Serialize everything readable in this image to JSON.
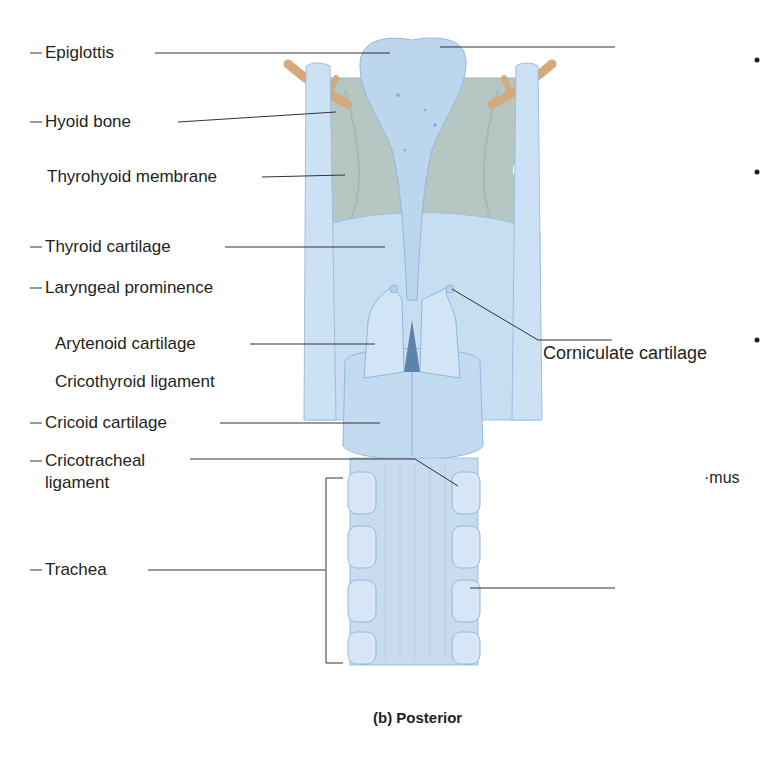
{
  "diagram": {
    "caption": "(b) Posterior",
    "labels": [
      "Epiglottis",
      "Hyoid bone",
      "Thyrohyoid membrane",
      "Thyroid cartilage",
      "Laryngeal prominence",
      "Arytenoid cartilage",
      "Cricothyroid ligament",
      "Cricoid cartilage",
      "Cricotracheal ligament",
      "Trachea",
      "Corniculate cartilage",
      "·mus"
    ]
  }
}
